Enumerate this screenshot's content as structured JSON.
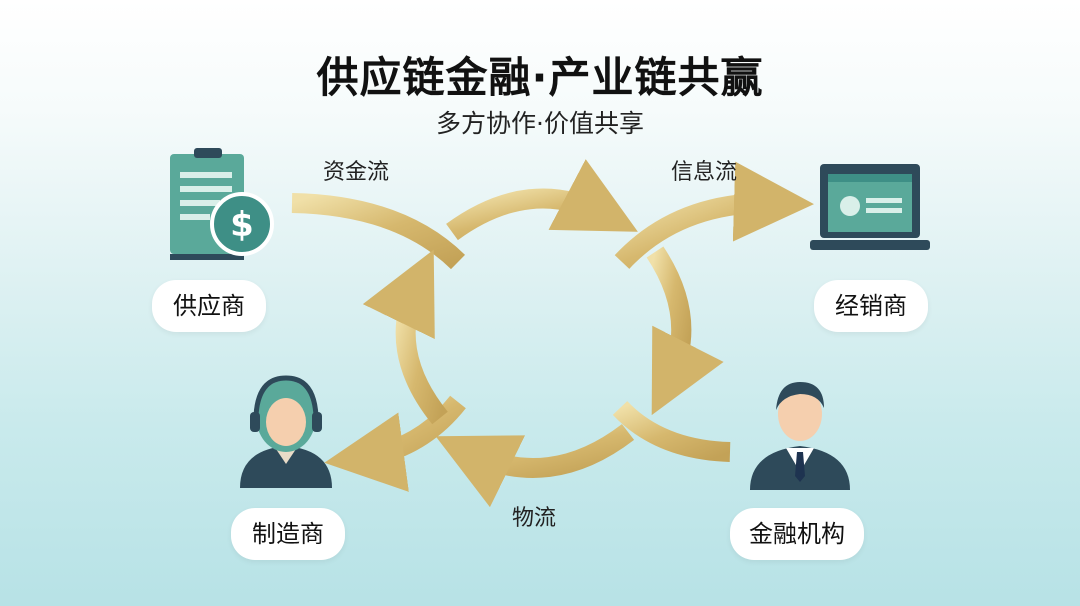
{
  "title": "供应链金融·产业链共赢",
  "subtitle": "多方协作·价值共享",
  "flows": {
    "capital": "资金流",
    "information": "信息流",
    "logistics": "物流"
  },
  "parties": {
    "supplier": "供应商",
    "distributor": "经销商",
    "manufacturer": "制造商",
    "financial_institution": "金融机构"
  },
  "colors": {
    "arrow_gold": "#d9c07a",
    "icon_teal": "#3e8f86",
    "icon_dark": "#2e4a5a"
  }
}
